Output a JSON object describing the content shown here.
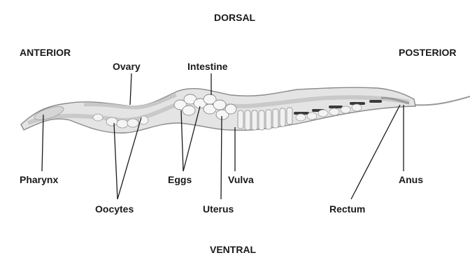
{
  "directions": {
    "dorsal": "DORSAL",
    "ventral": "VENTRAL",
    "anterior": "ANTERIOR",
    "posterior": "POSTERIOR"
  },
  "labels": {
    "ovary": "Ovary",
    "intestine": "Intestine",
    "pharynx": "Pharynx",
    "oocytes": "Oocytes",
    "eggs": "Eggs",
    "vulva": "Vulva",
    "uterus": "Uterus",
    "rectum": "Rectum",
    "anus": "Anus"
  },
  "colors": {
    "text": "#1a1a1a",
    "leader_lines": "#1a1a1a",
    "body_fill": "#e4e4e4",
    "body_outline": "#8a8a8a",
    "organ": "#f2f2f2",
    "dark_gut": "#3a3a3a"
  }
}
